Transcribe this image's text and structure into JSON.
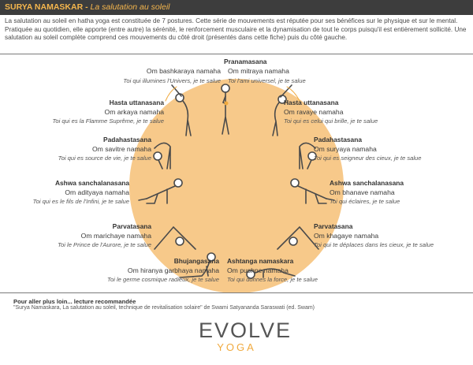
{
  "header": {
    "title": "SURYA NAMASKAR",
    "separator": "-",
    "subtitle": "La salutation au soleil"
  },
  "intro": "La salutation au soleil en hatha yoga est constituée de 7 postures. Cette série de mouvements est réputée pour ses bénéfices sur le physique et sur le mental. Pratiquée au quotidien, elle apporte (entre autre) la sérénité, le renforcement musculaire et la dynamisation de tout le corps puisqu'il est entièrement sollicité. Une salutation au soleil complète comprend ces mouvements du côté droit (présentés dans cette fiche) puis du côté gauche.",
  "colors": {
    "sun": "#f7c98a",
    "accent": "#f0a93d",
    "header_bg": "#3d3d3d",
    "figure": "#4a4a4a"
  },
  "poses": {
    "top": {
      "name": "Pranamasana",
      "mantra_left": "Om bashkaraya namaha",
      "trans_left": "Toi qui illumines l'Univers, je te salue",
      "mantra_right": "Om mitraya namaha",
      "trans_right": "Toi l'ami universel, je te salue"
    },
    "left": [
      {
        "name": "Hasta uttanasana",
        "mantra": "Om arkaya namaha",
        "trans": "Toi qui es la Flamme Suprême, je te salue"
      },
      {
        "name": "Padahastasana",
        "mantra": "Om savitre namaha",
        "trans": "Toi qui es source de vie, je te salue"
      },
      {
        "name": "Ashwa sanchalanasana",
        "mantra": "Om adityaya namaha",
        "trans": "Toi qui es le fils de l'Infini, je te salue"
      },
      {
        "name": "Parvatasana",
        "mantra": "Om marichaye namaha",
        "trans": "Toi le Prince de l'Aurore, je te salue"
      },
      {
        "name": "Bhujangasana",
        "mantra": "Om hiranya garbhaya namaha",
        "trans": "Toi le germe cosmique radieux, je te salue"
      }
    ],
    "right": [
      {
        "name": "Hasta uttanasana",
        "mantra": "Om ravaye namaha",
        "trans": "Toi qui es celui qui brille, je te salue"
      },
      {
        "name": "Padahastasana",
        "mantra": "Om suryaya namaha",
        "trans": "Toi qui es seigneur des cieux, je te salue"
      },
      {
        "name": "Ashwa sanchalanasana",
        "mantra": "Om bhanave namaha",
        "trans": "Toi qui éclaires, je te salue"
      },
      {
        "name": "Parvatasana",
        "mantra": "Om khagaye namaha",
        "trans": "Toi qui te déplaces dans les cieux, je te salue"
      },
      {
        "name": "Ashtanga namaskara",
        "mantra": "Om pushne namaha",
        "trans": "Toi qui donnes la force, je te salue"
      }
    ]
  },
  "further": {
    "title": "Pour aller plus loin... lecture recommandée",
    "text": "\"Surya Namaskara, La salutation au soleil, technique de revitalisation solaire\" de Swami Satyananda Saraswati (ed. Swam)"
  },
  "logo": {
    "word": "EVOLVE",
    "sub": "YOGA"
  }
}
